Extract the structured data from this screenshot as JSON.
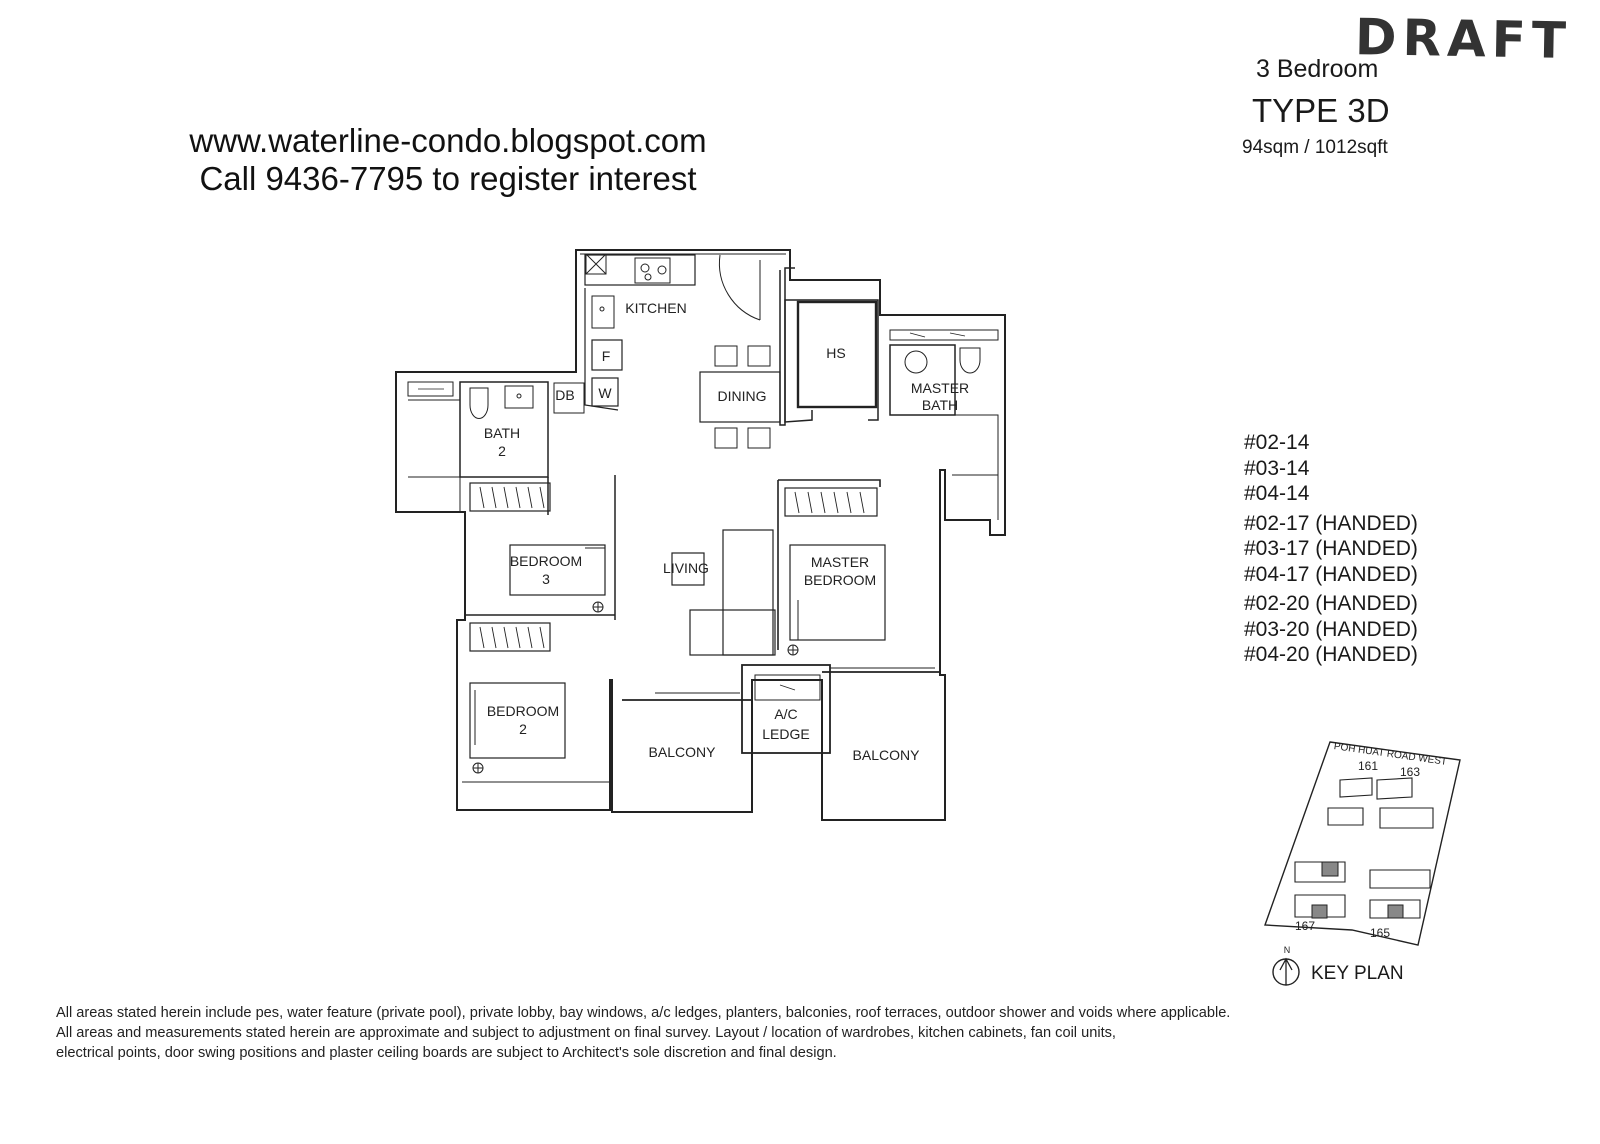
{
  "header": {
    "stamp": "DRAFT",
    "bedrooms": "3 Bedroom",
    "type": "TYPE 3D",
    "area": "94sqm / 1012sqft"
  },
  "promo": {
    "website": "www.waterline-condo.blogspot.com",
    "call": "Call 9436-7795 to register interest"
  },
  "rooms": {
    "kitchen": "KITCHEN",
    "dining": "DINING",
    "hs": "HS",
    "master_bath_1": "MASTER",
    "master_bath_2": "BATH",
    "bath2_1": "BATH",
    "bath2_2": "2",
    "db": "DB",
    "f": "F",
    "w": "W",
    "bedroom3_1": "BEDROOM",
    "bedroom3_2": "3",
    "living": "LIVING",
    "master_bedroom_1": "MASTER",
    "master_bedroom_2": "BEDROOM",
    "bedroom2_1": "BEDROOM",
    "bedroom2_2": "2",
    "balcony_left": "BALCONY",
    "ac_ledge_1": "A/C",
    "ac_ledge_2": "LEDGE",
    "balcony_right": "BALCONY"
  },
  "units": [
    "#02-14",
    "#03-14",
    "#04-14",
    "#02-17 (HANDED)",
    "#03-17 (HANDED)",
    "#04-17 (HANDED)",
    "#02-20 (HANDED)",
    "#03-20 (HANDED)",
    "#04-20 (HANDED)"
  ],
  "key_plan": {
    "road": "POH HUAT ROAD WEST",
    "block_161": "161",
    "block_163": "163",
    "block_165": "165",
    "block_167": "167",
    "north": "N",
    "label": "KEY PLAN"
  },
  "disclaimer": [
    "All areas stated herein include pes, water feature (private pool), private lobby, bay windows, a/c ledges, planters, balconies, roof terraces, outdoor shower and voids where applicable.",
    "All areas and measurements stated herein are approximate and subject to adjustment on final survey. Layout / location of wardrobes, kitchen cabinets, fan coil units,",
    "electrical points, door swing positions and plaster ceiling boards are subject to Architect's sole discretion and final design."
  ]
}
